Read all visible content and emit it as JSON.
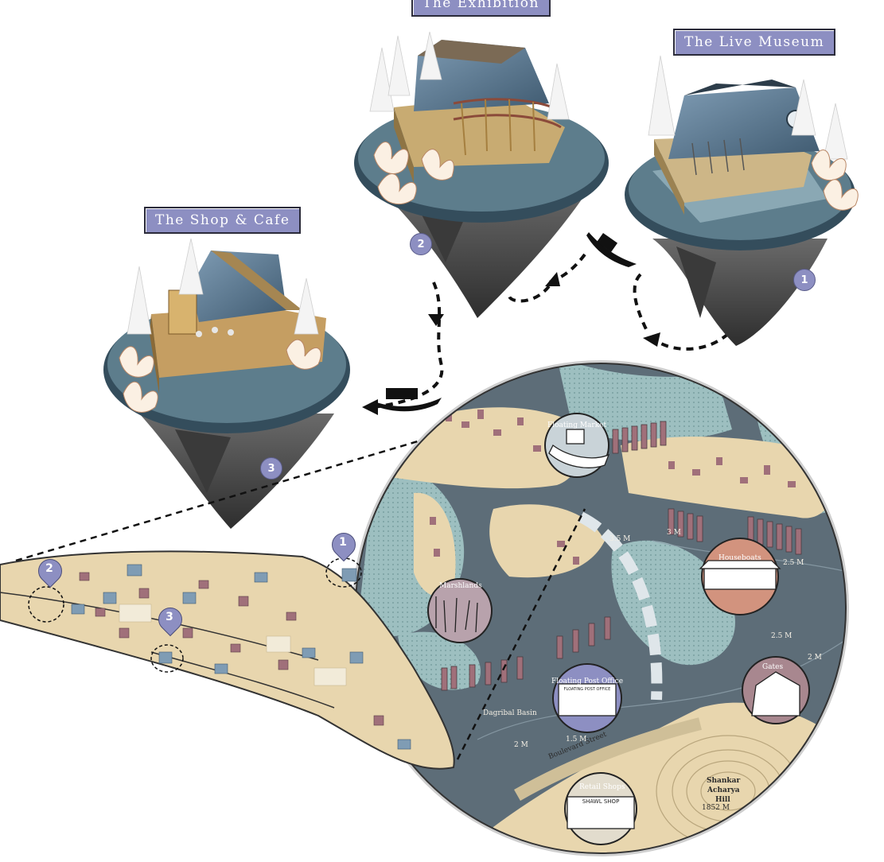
{
  "titles": {
    "exhibition": "The Exhibition",
    "live_museum": "The Live Museum",
    "shop_cafe": "The Shop & Cafe"
  },
  "stop_numbers": {
    "live_museum": "1",
    "exhibition": "2",
    "shop_cafe": "3"
  },
  "site_pins": [
    "1",
    "2",
    "3"
  ],
  "map": {
    "poi": {
      "floating_market": "Floating Market",
      "houseboats": "Houseboats",
      "marshlands": "Marshlands",
      "floating_post_office": "Floating Post Office",
      "gates": "Gates",
      "retail_shops": "Retail Shops"
    },
    "places": {
      "basin": "Dagribal Basin",
      "street": "Boulevard Street",
      "hill_name_1": "Shankar",
      "hill_name_2": "Acharya",
      "hill_name_3": "Hill",
      "hill_elevation": "1852 M"
    },
    "depths": {
      "d1": "3.5 M",
      "d2": "3 M",
      "d3": "2.5 M",
      "d4": "2.5 M",
      "d5": "2 M",
      "d6": "2 M",
      "d7": "1.5 M"
    },
    "signs": {
      "retail": "SHAWL SHOP",
      "post": "FLOATING POST OFFICE"
    }
  },
  "colors": {
    "title_box": "#8d8fc2",
    "water_dark": "#5d6d78",
    "water_light": "#9dbfc0",
    "land": "#e8d6ae",
    "roof_brown": "#a0707a",
    "rock": "#4d4d4d"
  }
}
